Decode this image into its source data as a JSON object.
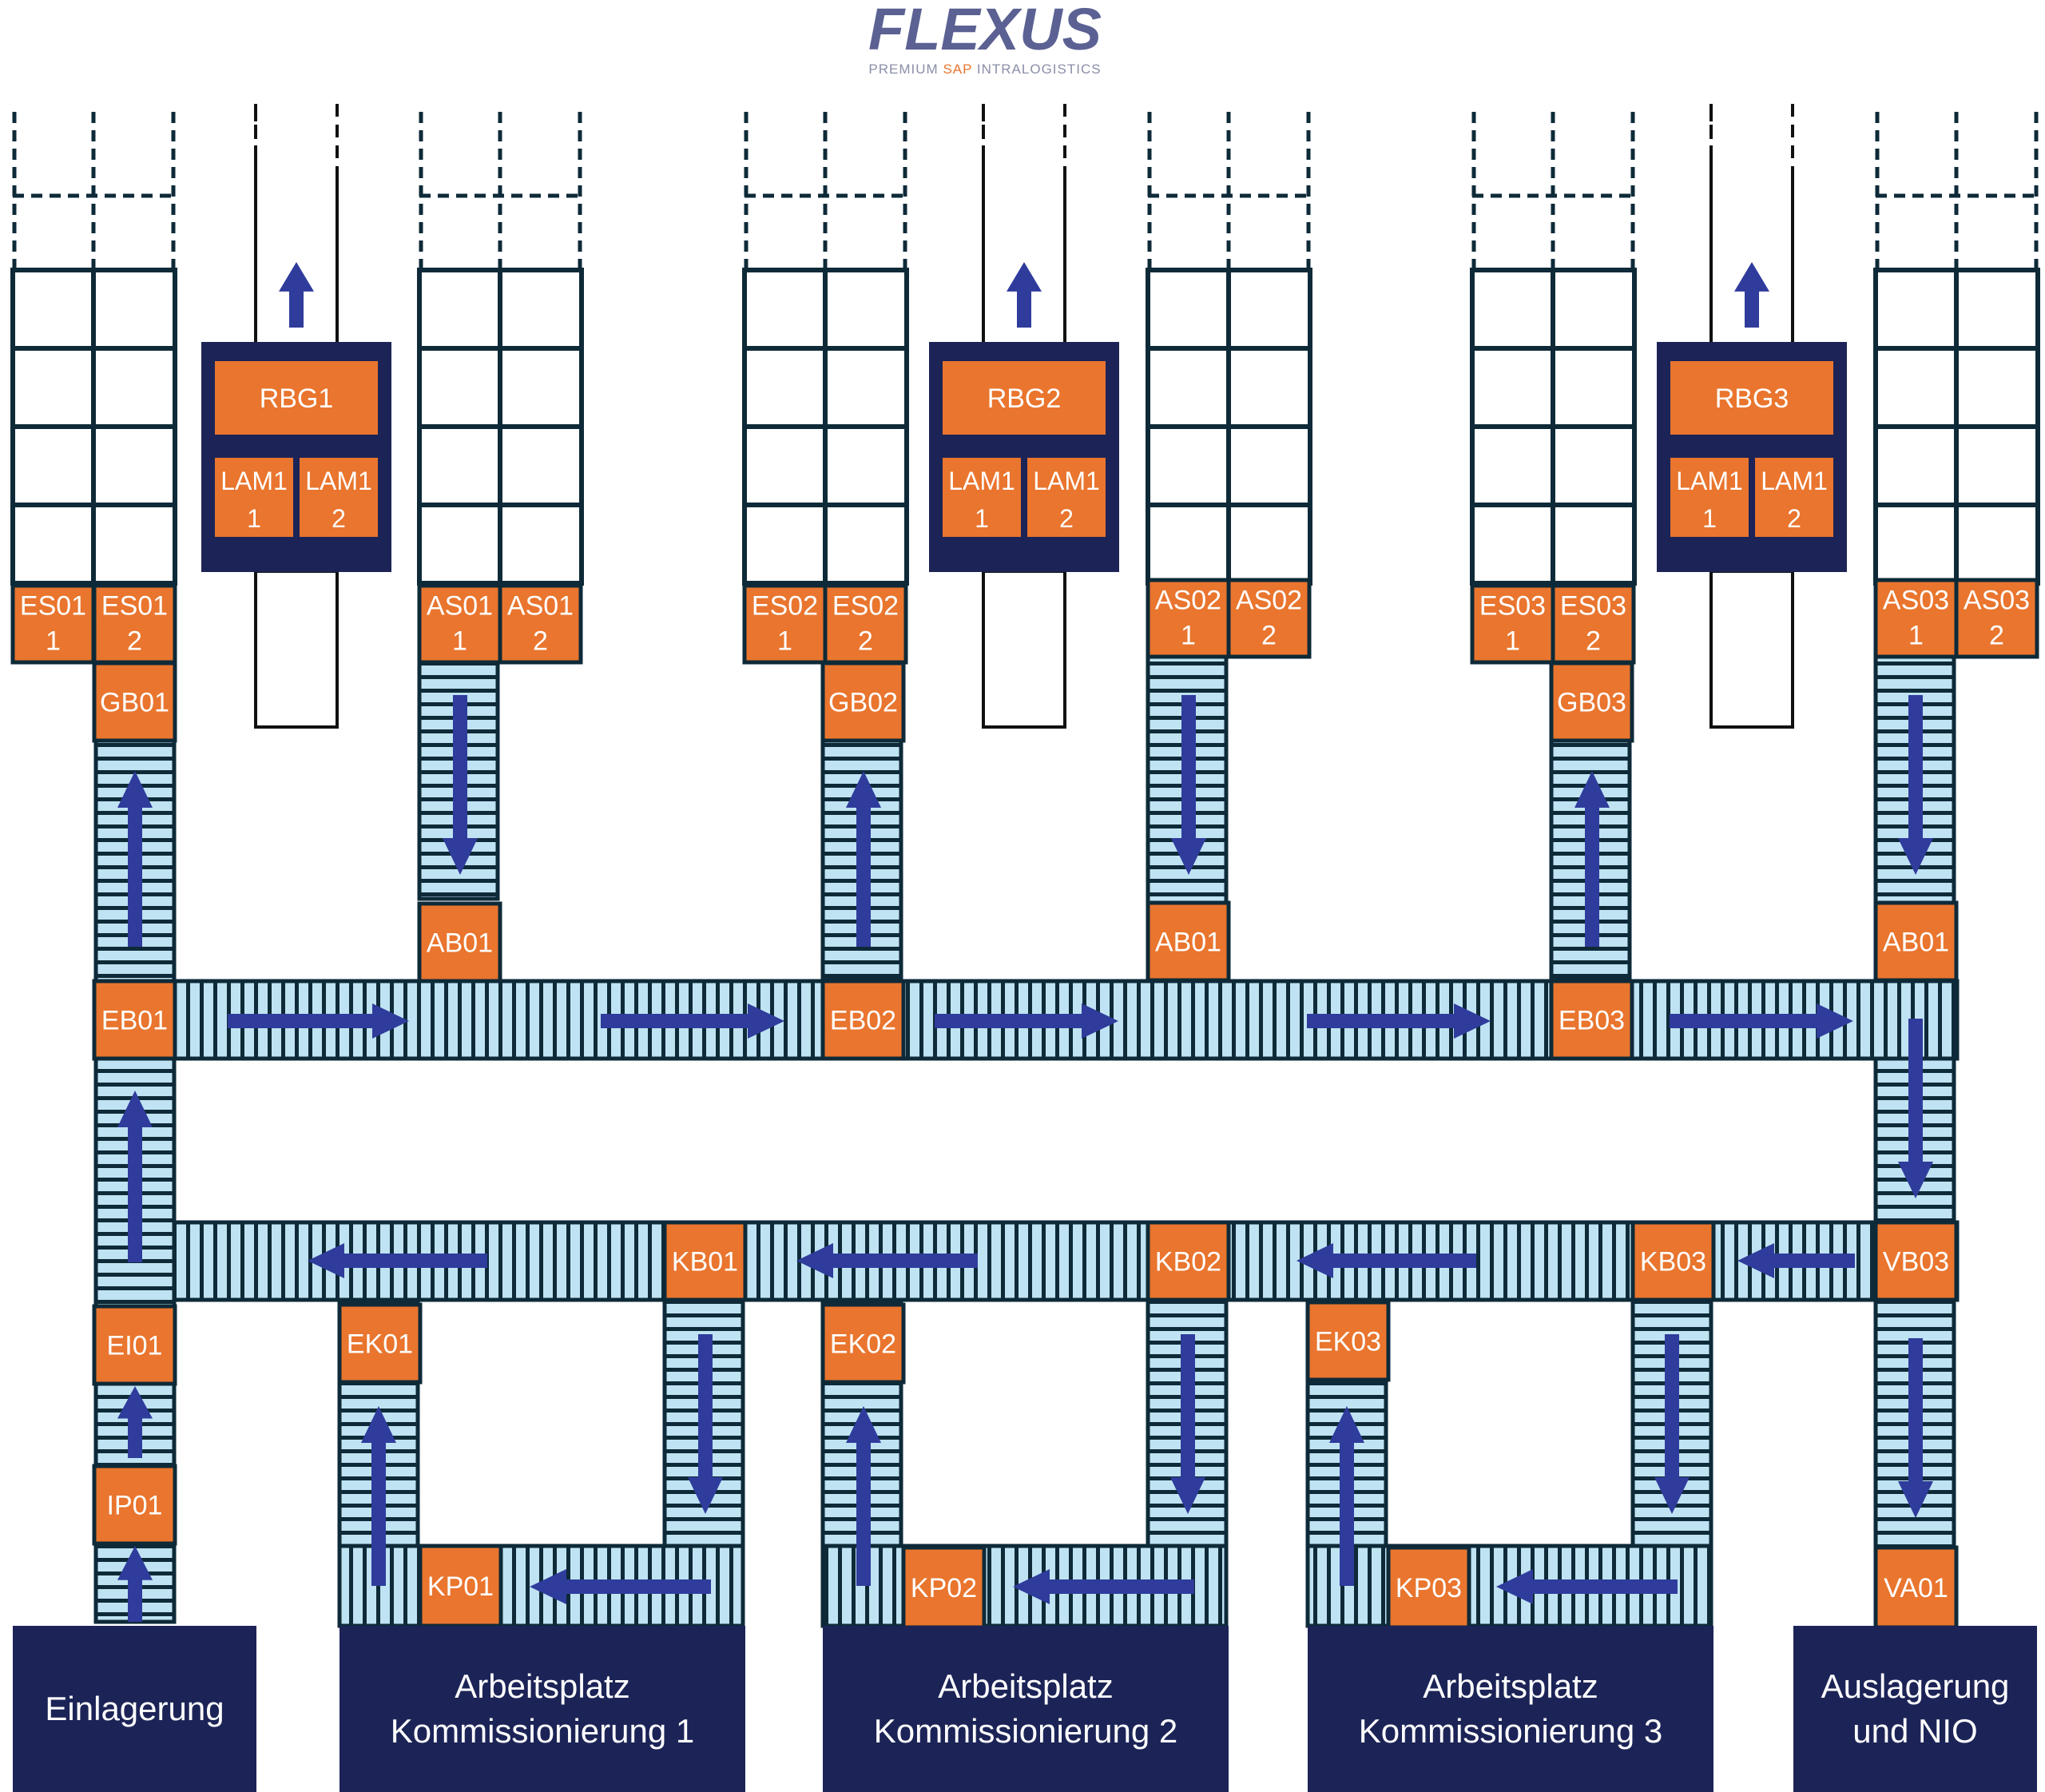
{
  "logo": {
    "name": "FLEXUS",
    "tagline_1": "PREMIUM",
    "tagline_2": "SAP",
    "tagline_3": "INTRALOGISTICS"
  },
  "colors": {
    "navy": "#1c2457",
    "orange": "#e9752e",
    "conveyor": "#bfe3f2",
    "outline": "#0e2a38",
    "arrow": "#2f3c9c"
  },
  "cranes": [
    {
      "name": "RBG1",
      "lam1": [
        "LAM1",
        "1"
      ],
      "lam2": [
        "LAM1",
        "2"
      ]
    },
    {
      "name": "RBG2",
      "lam1": [
        "LAM1",
        "1"
      ],
      "lam2": [
        "LAM1",
        "2"
      ]
    },
    {
      "name": "RBG3",
      "lam1": [
        "LAM1",
        "1"
      ],
      "lam2": [
        "LAM1",
        "2"
      ]
    }
  ],
  "storage_stations": {
    "es01_1": [
      "ES01",
      "1"
    ],
    "es01_2": [
      "ES01",
      "2"
    ],
    "as01_1": [
      "AS01",
      "1"
    ],
    "as01_2": [
      "AS01",
      "2"
    ],
    "es02_1": [
      "ES02",
      "1"
    ],
    "es02_2": [
      "ES02",
      "2"
    ],
    "as02_1": [
      "AS02",
      "1"
    ],
    "as02_2": [
      "AS02",
      "2"
    ],
    "es03_1": [
      "ES03",
      "1"
    ],
    "es03_2": [
      "ES03",
      "2"
    ],
    "as03_1": [
      "AS03",
      "1"
    ],
    "as03_2": [
      "AS03",
      "2"
    ]
  },
  "conveyor_points": {
    "gb01": "GB01",
    "gb02": "GB02",
    "gb03": "GB03",
    "ab01_a": "AB01",
    "ab01_b": "AB01",
    "ab01_c": "AB01",
    "eb01": "EB01",
    "eb02": "EB02",
    "eb03": "EB03",
    "kb01": "KB01",
    "kb02": "KB02",
    "kb03": "KB03",
    "vb03": "VB03",
    "ei01": "EI01",
    "ip01": "IP01",
    "ek01": "EK01",
    "ek02": "EK02",
    "ek03": "EK03",
    "kp01": "KP01",
    "kp02": "KP02",
    "kp03": "KP03",
    "va01": "VA01"
  },
  "workstations": {
    "einlagerung": [
      "Einlagerung"
    ],
    "ap1": [
      "Arbeitsplatz",
      "Kommissionierung 1"
    ],
    "ap2": [
      "Arbeitsplatz",
      "Kommissionierung 2"
    ],
    "ap3": [
      "Arbeitsplatz",
      "Kommissionierung 3"
    ],
    "auslagerung": [
      "Auslagerung",
      "und NIO"
    ]
  }
}
